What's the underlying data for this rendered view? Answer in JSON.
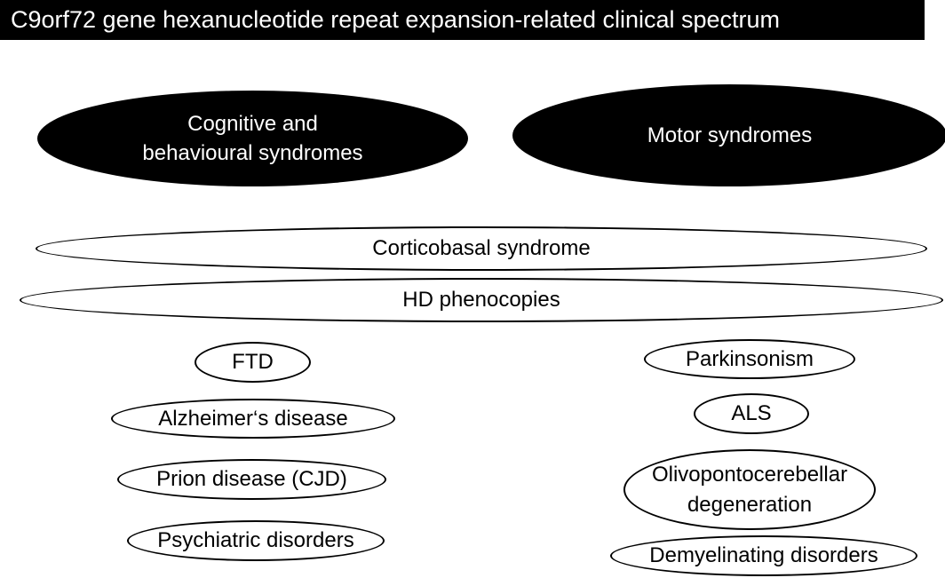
{
  "diagram": {
    "title": "C9orf72 gene hexanucleotide repeat expansion-related clinical spectrum",
    "categories": {
      "cognitive": {
        "line1": "Cognitive and",
        "line2": "behavioural syndromes"
      },
      "motor": {
        "label": "Motor syndromes"
      }
    },
    "shared": {
      "corticobasal": "Corticobasal syndrome",
      "hd_phenocopies": "HD phenocopies"
    },
    "cognitive_items": {
      "ftd": "FTD",
      "alzheimers": "Alzheimer‘s disease",
      "prion": "Prion disease (CJD)",
      "psychiatric": "Psychiatric disorders"
    },
    "motor_items": {
      "parkinsonism": "Parkinsonism",
      "als": "ALS",
      "olivo": {
        "line1": "Olivopontocerebellar",
        "line2": "degeneration"
      },
      "demyelinating": "Demyelinating disorders"
    }
  }
}
